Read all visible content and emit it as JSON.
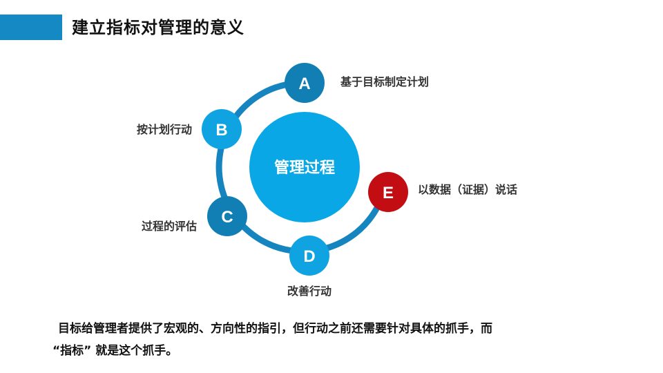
{
  "header": {
    "title": "建立指标对管理的意义",
    "accent_color": "#1589c4"
  },
  "diagram": {
    "center": {
      "label": "管理过程",
      "color": "#0aa7e6"
    },
    "ring_color": "#1685bf",
    "nodes": [
      {
        "letter": "A",
        "text": "基于目标制定计划",
        "color": "#127fb4"
      },
      {
        "letter": "B",
        "text": "按计划行动",
        "color": "#0fa3e2"
      },
      {
        "letter": "C",
        "text": "过程的评估",
        "color": "#127fb4"
      },
      {
        "letter": "D",
        "text": "改善行动",
        "color": "#0fa3e2"
      },
      {
        "letter": "E",
        "text": "以数据（证据）说话",
        "color": "#c20d12"
      }
    ]
  },
  "footer": {
    "line1": "目标给管理者提供了宏观的、方向性的指引，但行动之前还需要针对具体的抓手，而",
    "line2": "“指标” 就是这个抓手。"
  }
}
